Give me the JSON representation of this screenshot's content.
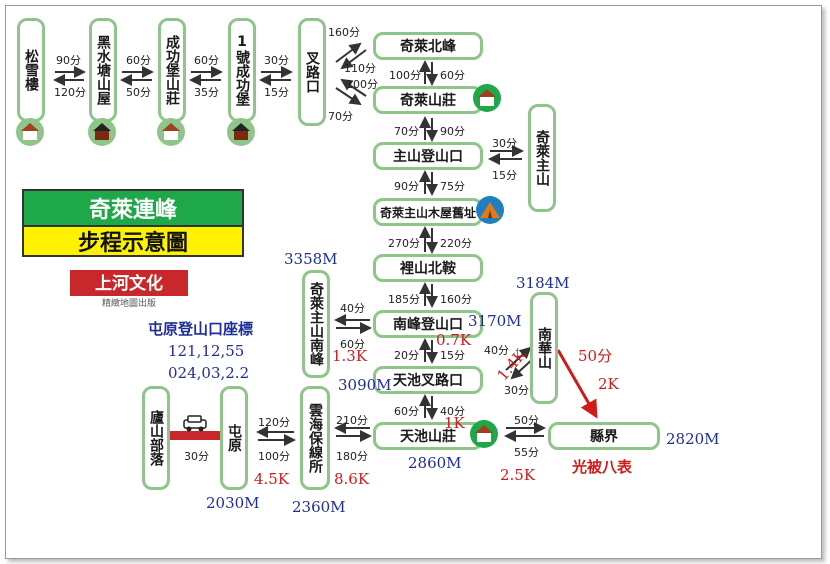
{
  "title": {
    "line1": "奇萊連峰",
    "line2": "步程示意圖"
  },
  "logo": {
    "name": "上河文化",
    "sub": "精緻地圖出版"
  },
  "nodes": {
    "songxuelou": "松雪樓",
    "heishui": "黑水塘山屋",
    "chenggong": "成功堡山莊",
    "no1_chenggong": "1號成功堡",
    "chalukou": "叉路口",
    "qilai_north": "奇萊北峰",
    "qilai_lodge": "奇萊山莊",
    "zhushan_trailhead": "主山登山口",
    "qilai_main": "奇萊主山",
    "old_hut": "奇萊主山木屋舊址",
    "lishan_saddle": "裡山北鞍",
    "nanfeng_trailhead": "南峰登山口",
    "tianchi_fork": "天池叉路口",
    "tianchi_lodge": "天池山莊",
    "qilai_south": "奇萊主山南峰",
    "nanhua": "南華山",
    "county_border": "縣界",
    "yunhai": "雲海保線所",
    "tunyuan": "屯原",
    "lushan_village": "廬山部落"
  },
  "times": {
    "t90": "90分",
    "t120": "120分",
    "t60a": "60分",
    "t50a": "50分",
    "t60b": "60分",
    "t35": "35分",
    "t30a": "30分",
    "t15a": "15分",
    "t160": "160分",
    "t110": "110分",
    "t100a": "100分",
    "t70a": "70分",
    "t100b": "100分",
    "t60c": "60分",
    "t70b": "70分",
    "t90b": "90分",
    "t30b": "30分",
    "t15b": "15分",
    "t90c": "90分",
    "t75": "75分",
    "t270": "270分",
    "t220": "220分",
    "t185": "185分",
    "t160b": "160分",
    "t40a": "40分",
    "t60d": "60分",
    "t20": "20分",
    "t15c": "15分",
    "t40b": "40分",
    "t30c": "30分",
    "t60e": "60分",
    "t40c": "40分",
    "t50b": "50分",
    "t55": "55分",
    "t210": "210分",
    "t180": "180分",
    "t120b": "120分",
    "t100c": "100分",
    "t30d": "30分",
    "t50c": "50分"
  },
  "elevations": {
    "e3358": "3358M",
    "e3184": "3184M",
    "e3170": "3170M",
    "e3090": "3090M",
    "e2860": "2860M",
    "e2820": "2820M",
    "e2360": "2360M",
    "e2030": "2030M"
  },
  "distances": {
    "d13": "1.3K",
    "d07": "0.7K",
    "d14": "1.4K",
    "d1": "1K",
    "d25": "2.5K",
    "d86": "8.6K",
    "d45": "4.5K",
    "d2": "2K"
  },
  "notes": {
    "coord_title": "屯原登山口座標",
    "coord_line1": "121,12,55",
    "coord_line2": "024,03,2.2",
    "guangbei": "光被八表"
  },
  "colors": {
    "node_border": "#8fc58a",
    "banner_green": "#1fa84a",
    "banner_yellow": "#fff200",
    "elev_blue": "#1e2d9a",
    "dist_red": "#d11a1a"
  }
}
